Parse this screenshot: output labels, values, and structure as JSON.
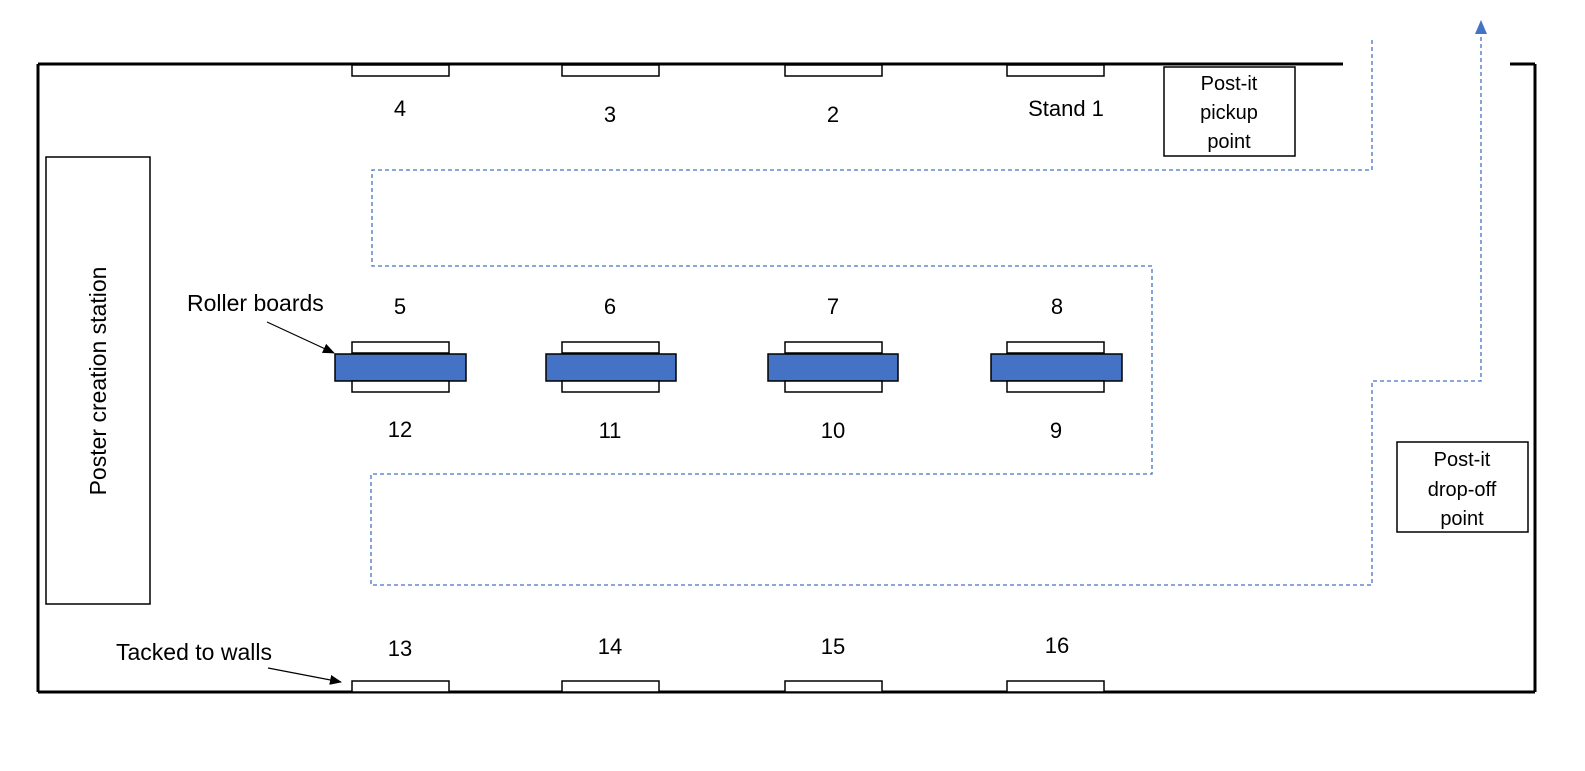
{
  "title": "",
  "colors": {
    "wall": "#000000",
    "path": "#4472c4",
    "roller_board_fill": "#4472c4",
    "stand_fill": "#ffffff"
  },
  "stands": {
    "top_wall": [
      "4",
      "3",
      "2",
      "Stand 1"
    ],
    "roller_top": [
      "5",
      "6",
      "7",
      "8"
    ],
    "roller_bottom": [
      "12",
      "11",
      "10",
      "9"
    ],
    "bottom_wall": [
      "13",
      "14",
      "15",
      "16"
    ]
  },
  "labels": {
    "roller_boards": "Roller boards",
    "tacked_to_walls": "Tacked to walls",
    "poster_station": "Poster creation station",
    "pickup": [
      "Post-it",
      "pickup",
      "point"
    ],
    "dropoff": [
      "Post-it",
      "drop-off",
      "point"
    ]
  }
}
